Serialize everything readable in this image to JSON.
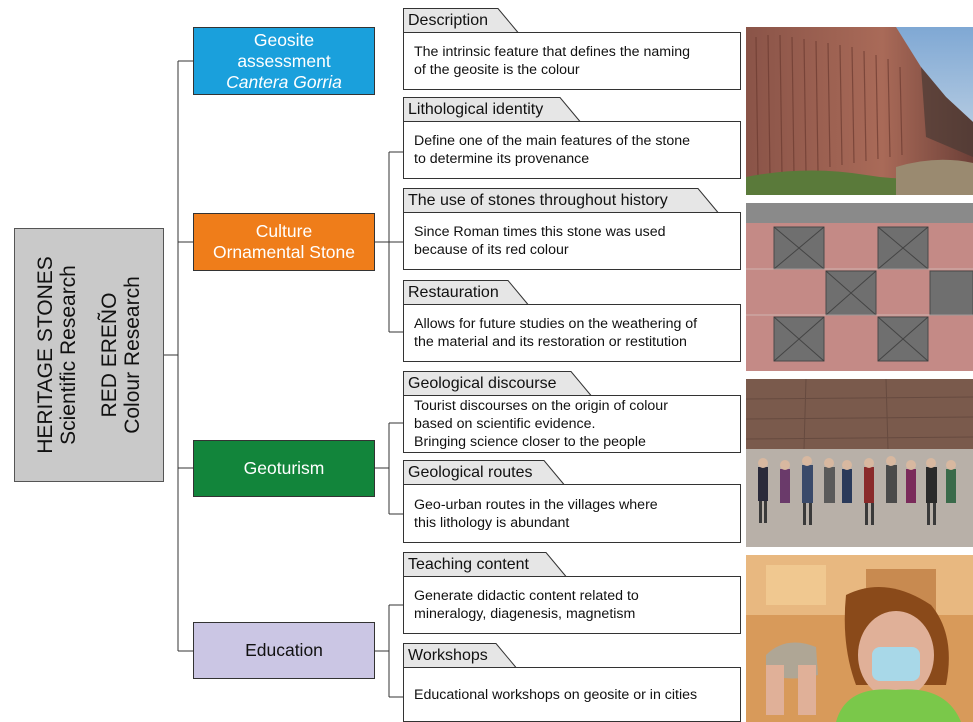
{
  "root": {
    "line1": "HERITAGE STONES",
    "line2": "Scientific Research",
    "line3": "RED EREÑO",
    "line4": "Colour Research"
  },
  "categories": {
    "geosite": {
      "line1": "Geosite",
      "line2": "assessment",
      "line3": "Cantera Gorria"
    },
    "culture": {
      "line1": "Culture",
      "line2": "Ornamental Stone"
    },
    "geoturism": {
      "label": "Geoturism"
    },
    "education": {
      "label": "Education"
    }
  },
  "items": {
    "description": {
      "tab": "Description",
      "lines": [
        "The intrinsic feature that defines the naming",
        "of the geosite is the colour"
      ]
    },
    "lithological": {
      "tab": "Lithological identity",
      "lines": [
        "Define one of the main features of the stone",
        "to determine its provenance"
      ]
    },
    "use_of_stones": {
      "tab": "The use of stones throughout history",
      "lines": [
        "Since Roman times this stone was used",
        "because of its red colour"
      ]
    },
    "restauration": {
      "tab": "Restauration",
      "lines": [
        "Allows for future studies on the weathering of",
        "the material and its restoration or restitution"
      ]
    },
    "geo_discourse": {
      "tab": "Geological discourse",
      "lines": [
        "Tourist discourses on the origin of colour",
        "based on scientific evidence.",
        "Bringing science closer to the people"
      ]
    },
    "geo_routes": {
      "tab": "Geological routes",
      "lines": [
        "Geo-urban routes in the villages where",
        "this lithology is abundant"
      ]
    },
    "teaching": {
      "tab": "Teaching content",
      "lines": [
        "Generate didactic content related to",
        "mineralogy, diagenesis, magnetism"
      ]
    },
    "workshops": {
      "tab": "Workshops",
      "lines": [
        "Educational workshops on geosite or in cities"
      ]
    }
  },
  "colors": {
    "geosite": "#1aa0dc",
    "culture": "#ef7d1a",
    "geoturism": "#12853b",
    "education": "#cbc6e4",
    "root": "#c9c9c9",
    "tab": "#e6e6e6"
  },
  "photos": [
    "quarry-photo",
    "ornamental-stone-photo",
    "tour-group-photo",
    "workshop-photo"
  ]
}
